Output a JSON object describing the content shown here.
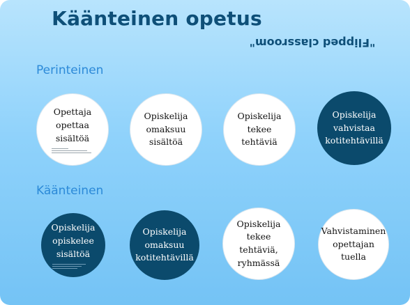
{
  "title": "Käänteinen opetus",
  "subtitle": "\"Flipped classroom\"",
  "colors": {
    "dark_circle": "#0b4a6c",
    "light_circle": "#ffffff",
    "title": "#0e4f78",
    "section_label": "#2c8ad8"
  },
  "rows": [
    {
      "label": "Perinteinen",
      "circles": [
        {
          "text": "Opettaja\nopettaa\nsisältöä",
          "style": "light",
          "has_fine_print": true
        },
        {
          "text": "Opiskelija\nomaksuu\nsisältöä",
          "style": "light",
          "has_fine_print": false
        },
        {
          "text": "Opiskelija\ntekee tehtäviä",
          "style": "light",
          "has_fine_print": false
        },
        {
          "text": "Opiskelija\nvahvistaa\nkotitehtävillä",
          "style": "dark",
          "has_fine_print": false
        }
      ]
    },
    {
      "label": "Käänteinen",
      "circles": [
        {
          "text": "Opiskelija\nopiskelee\nsisältöä",
          "style": "dark",
          "has_fine_print": true
        },
        {
          "text": "Opiskelija\nomaksuu\nkotitehtävillä",
          "style": "dark",
          "has_fine_print": false
        },
        {
          "text": "Opiskelija\ntekee tehtäviä,\nryhmässä",
          "style": "light",
          "has_fine_print": false
        },
        {
          "text": "Vahvistaminen\nopettajan\ntuella",
          "style": "light",
          "has_fine_print": false
        }
      ]
    }
  ]
}
